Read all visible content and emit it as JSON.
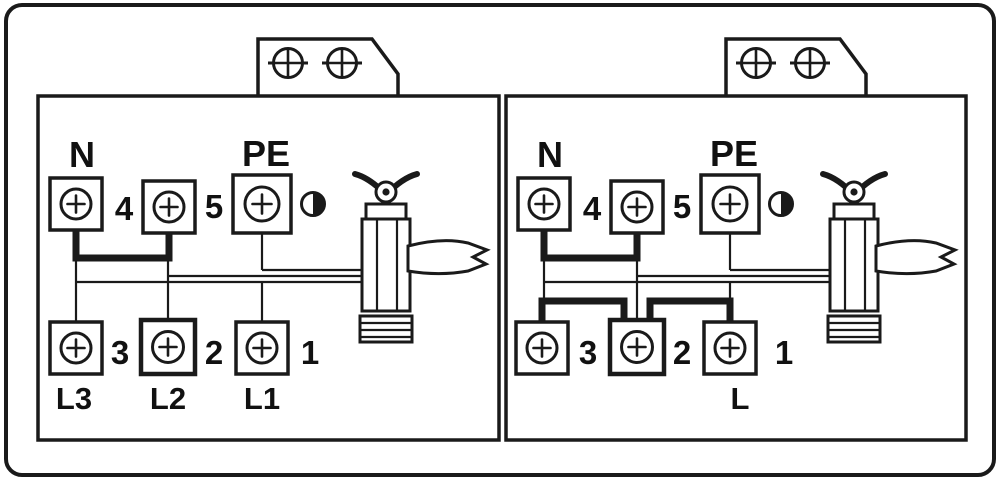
{
  "colors": {
    "ink": "#1a1a1a",
    "background": "#ffffff"
  },
  "panels": {
    "left": {
      "labels": {
        "n": "N",
        "pe": "PE",
        "t4": "4",
        "t5": "5",
        "t3": "3",
        "t2": "2",
        "t1": "1",
        "l3": "L3",
        "l2": "L2",
        "l1": "L1"
      }
    },
    "right": {
      "labels": {
        "n": "N",
        "pe": "PE",
        "t4": "4",
        "t5": "5",
        "t3": "3",
        "t2": "2",
        "t1": "1",
        "l": "L"
      }
    }
  }
}
